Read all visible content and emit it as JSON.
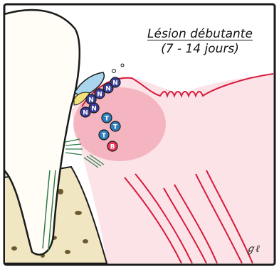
{
  "title": "Lésion débutante",
  "subtitle": "(7 - 14 jours)",
  "signature": "ℊℓ",
  "cells": [
    {
      "label": "N"
    },
    {
      "label": "N"
    },
    {
      "label": "N"
    },
    {
      "label": "N"
    },
    {
      "label": "N"
    },
    {
      "label": "N"
    },
    {
      "label": "T"
    },
    {
      "label": "T"
    },
    {
      "label": "T"
    },
    {
      "label": "B"
    }
  ],
  "colors": {
    "frame": "#1a1a1a",
    "gingiva": "#fbe3e7",
    "gingiva_outline": "#d81b3c",
    "inflammation": "#f2a9b8",
    "tooth": "#fffdf6",
    "bone": "#f0e6c2",
    "bone_pores": "#6b5a2e",
    "calculus": "#a9d6ec",
    "neutrophil": "#3b3f99",
    "lymphocyte": "#2f7fbf",
    "b_cell": "#e53955",
    "vessel": "#d81b3c",
    "fibers": "#2e7d4a"
  }
}
